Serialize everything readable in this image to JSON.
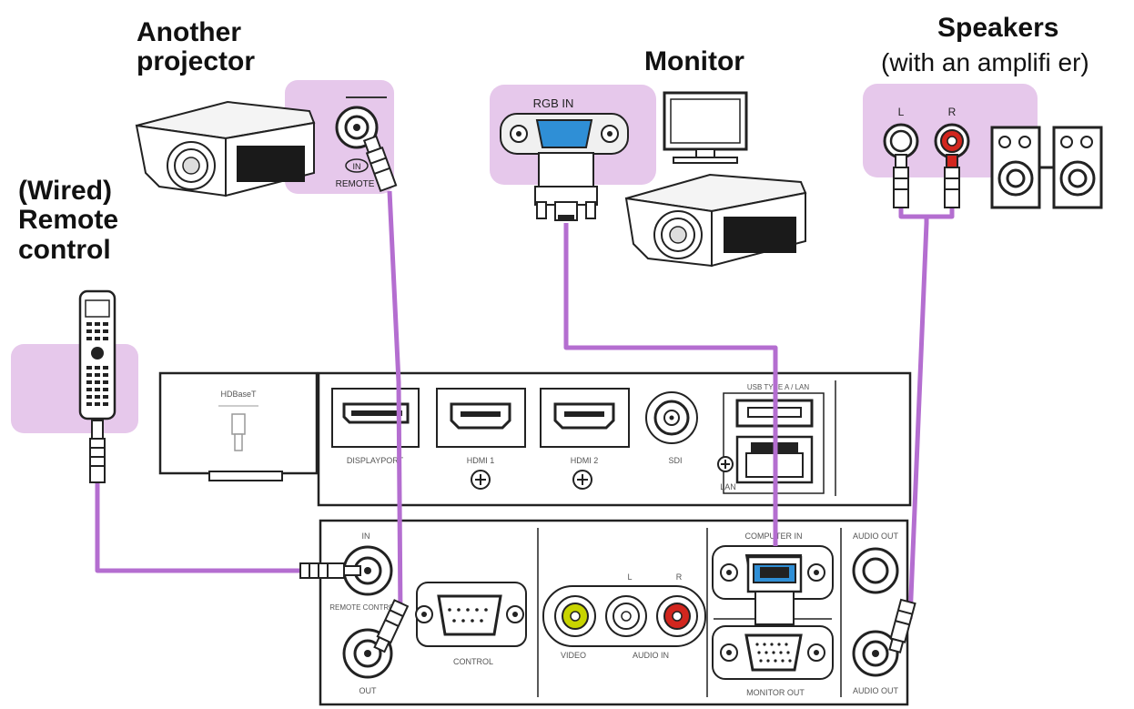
{
  "labels": {
    "another_projector": "Another projector",
    "wired_remote": "(Wired) Remote control",
    "monitor": "Monitor",
    "speakers": "Speakers",
    "speakers_note": "(with an amplifi er)",
    "projector_in": "IN",
    "projector_remote": "REMOTE",
    "rgb_in": "RGB IN",
    "speaker_l": "L",
    "speaker_r": "R"
  },
  "panel": {
    "hdbaset": "HDBaseT",
    "displayport": "DISPLAYPORT",
    "hdmi1": "HDMI 1",
    "hdmi2": "HDMI 2",
    "sdi": "SDI",
    "usb_lan": "USB TYPE A / LAN",
    "lan": "LAN",
    "remote_in": "IN",
    "remote_control": "REMOTE CONTROL",
    "out": "OUT",
    "control": "CONTROL",
    "video": "VIDEO",
    "audio_l": "L",
    "audio_r": "R",
    "audio_in": "AUDIO IN",
    "computer_in": "COMPUTER IN",
    "audio_out_top": "AUDIO OUT",
    "monitor_out": "MONITOR OUT",
    "audio_out": "AUDIO OUT"
  },
  "colors": {
    "cable": "#b46ed0",
    "highlight": "#e6c8eb",
    "vga_blue": "#2f8fd6",
    "video_yellow": "#c8d400",
    "audio_red": "#d2261e"
  }
}
